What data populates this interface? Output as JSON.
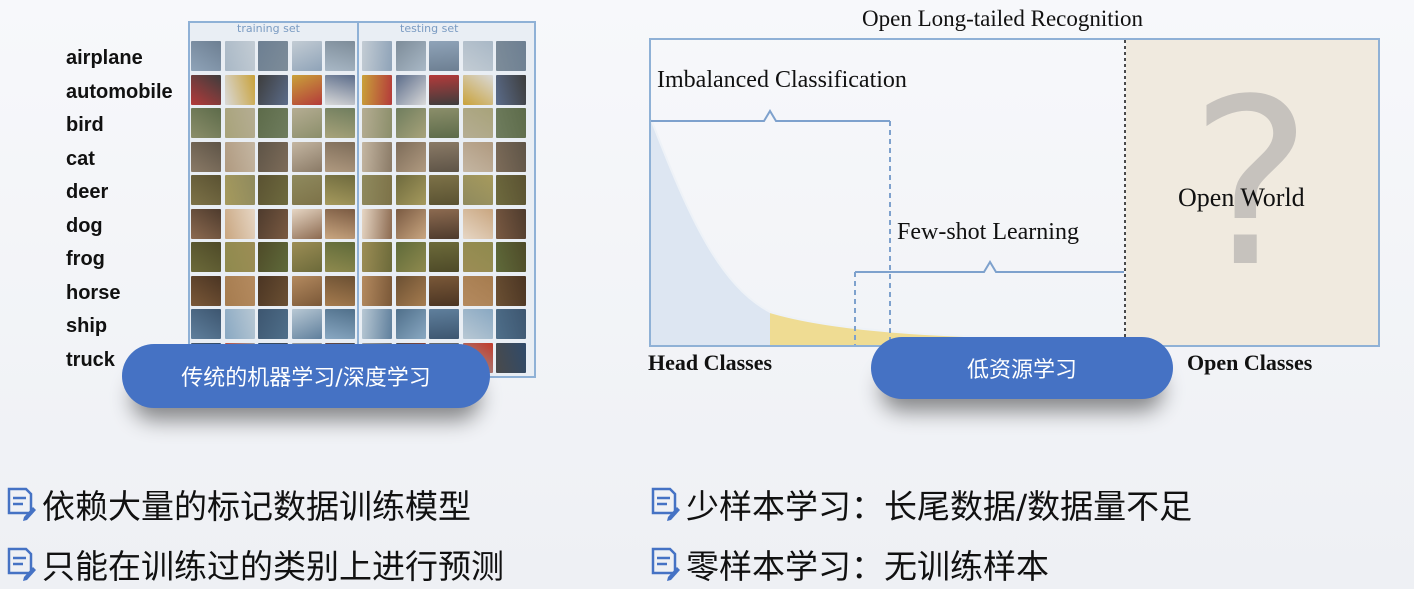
{
  "left": {
    "class_labels": [
      "airplane",
      "automobile",
      "bird",
      "cat",
      "deer",
      "dog",
      "frog",
      "horse",
      "ship",
      "truck"
    ],
    "training_set_caption": "training set",
    "testing_set_caption": "testing set",
    "pill_label": "传统的机器学习/深度学习"
  },
  "right": {
    "title": "Open Long-tailed Recognition",
    "imbalanced_label": "Imbalanced Classification",
    "few_shot_label": "Few-shot Learning",
    "open_world_label": "Open World",
    "question_mark": "?",
    "head_classes_label": "Head Classes",
    "open_classes_label": "Open Classes",
    "pill_label": "低资源学习"
  },
  "bullets": {
    "left": [
      "依赖大量的标记数据训练模型",
      "只能在训练过的类别上进行预测"
    ],
    "right": [
      "少样本学习：长尾数据/数据量不足",
      "零样本学习：无训练样本"
    ]
  },
  "colors": {
    "accent_blue": "#4572c4",
    "frame_blue": "#8fb1d6",
    "head_fill": "#dde6f2",
    "tail_fill": "#efdc93",
    "open_world_fill": "#f0eadf"
  }
}
